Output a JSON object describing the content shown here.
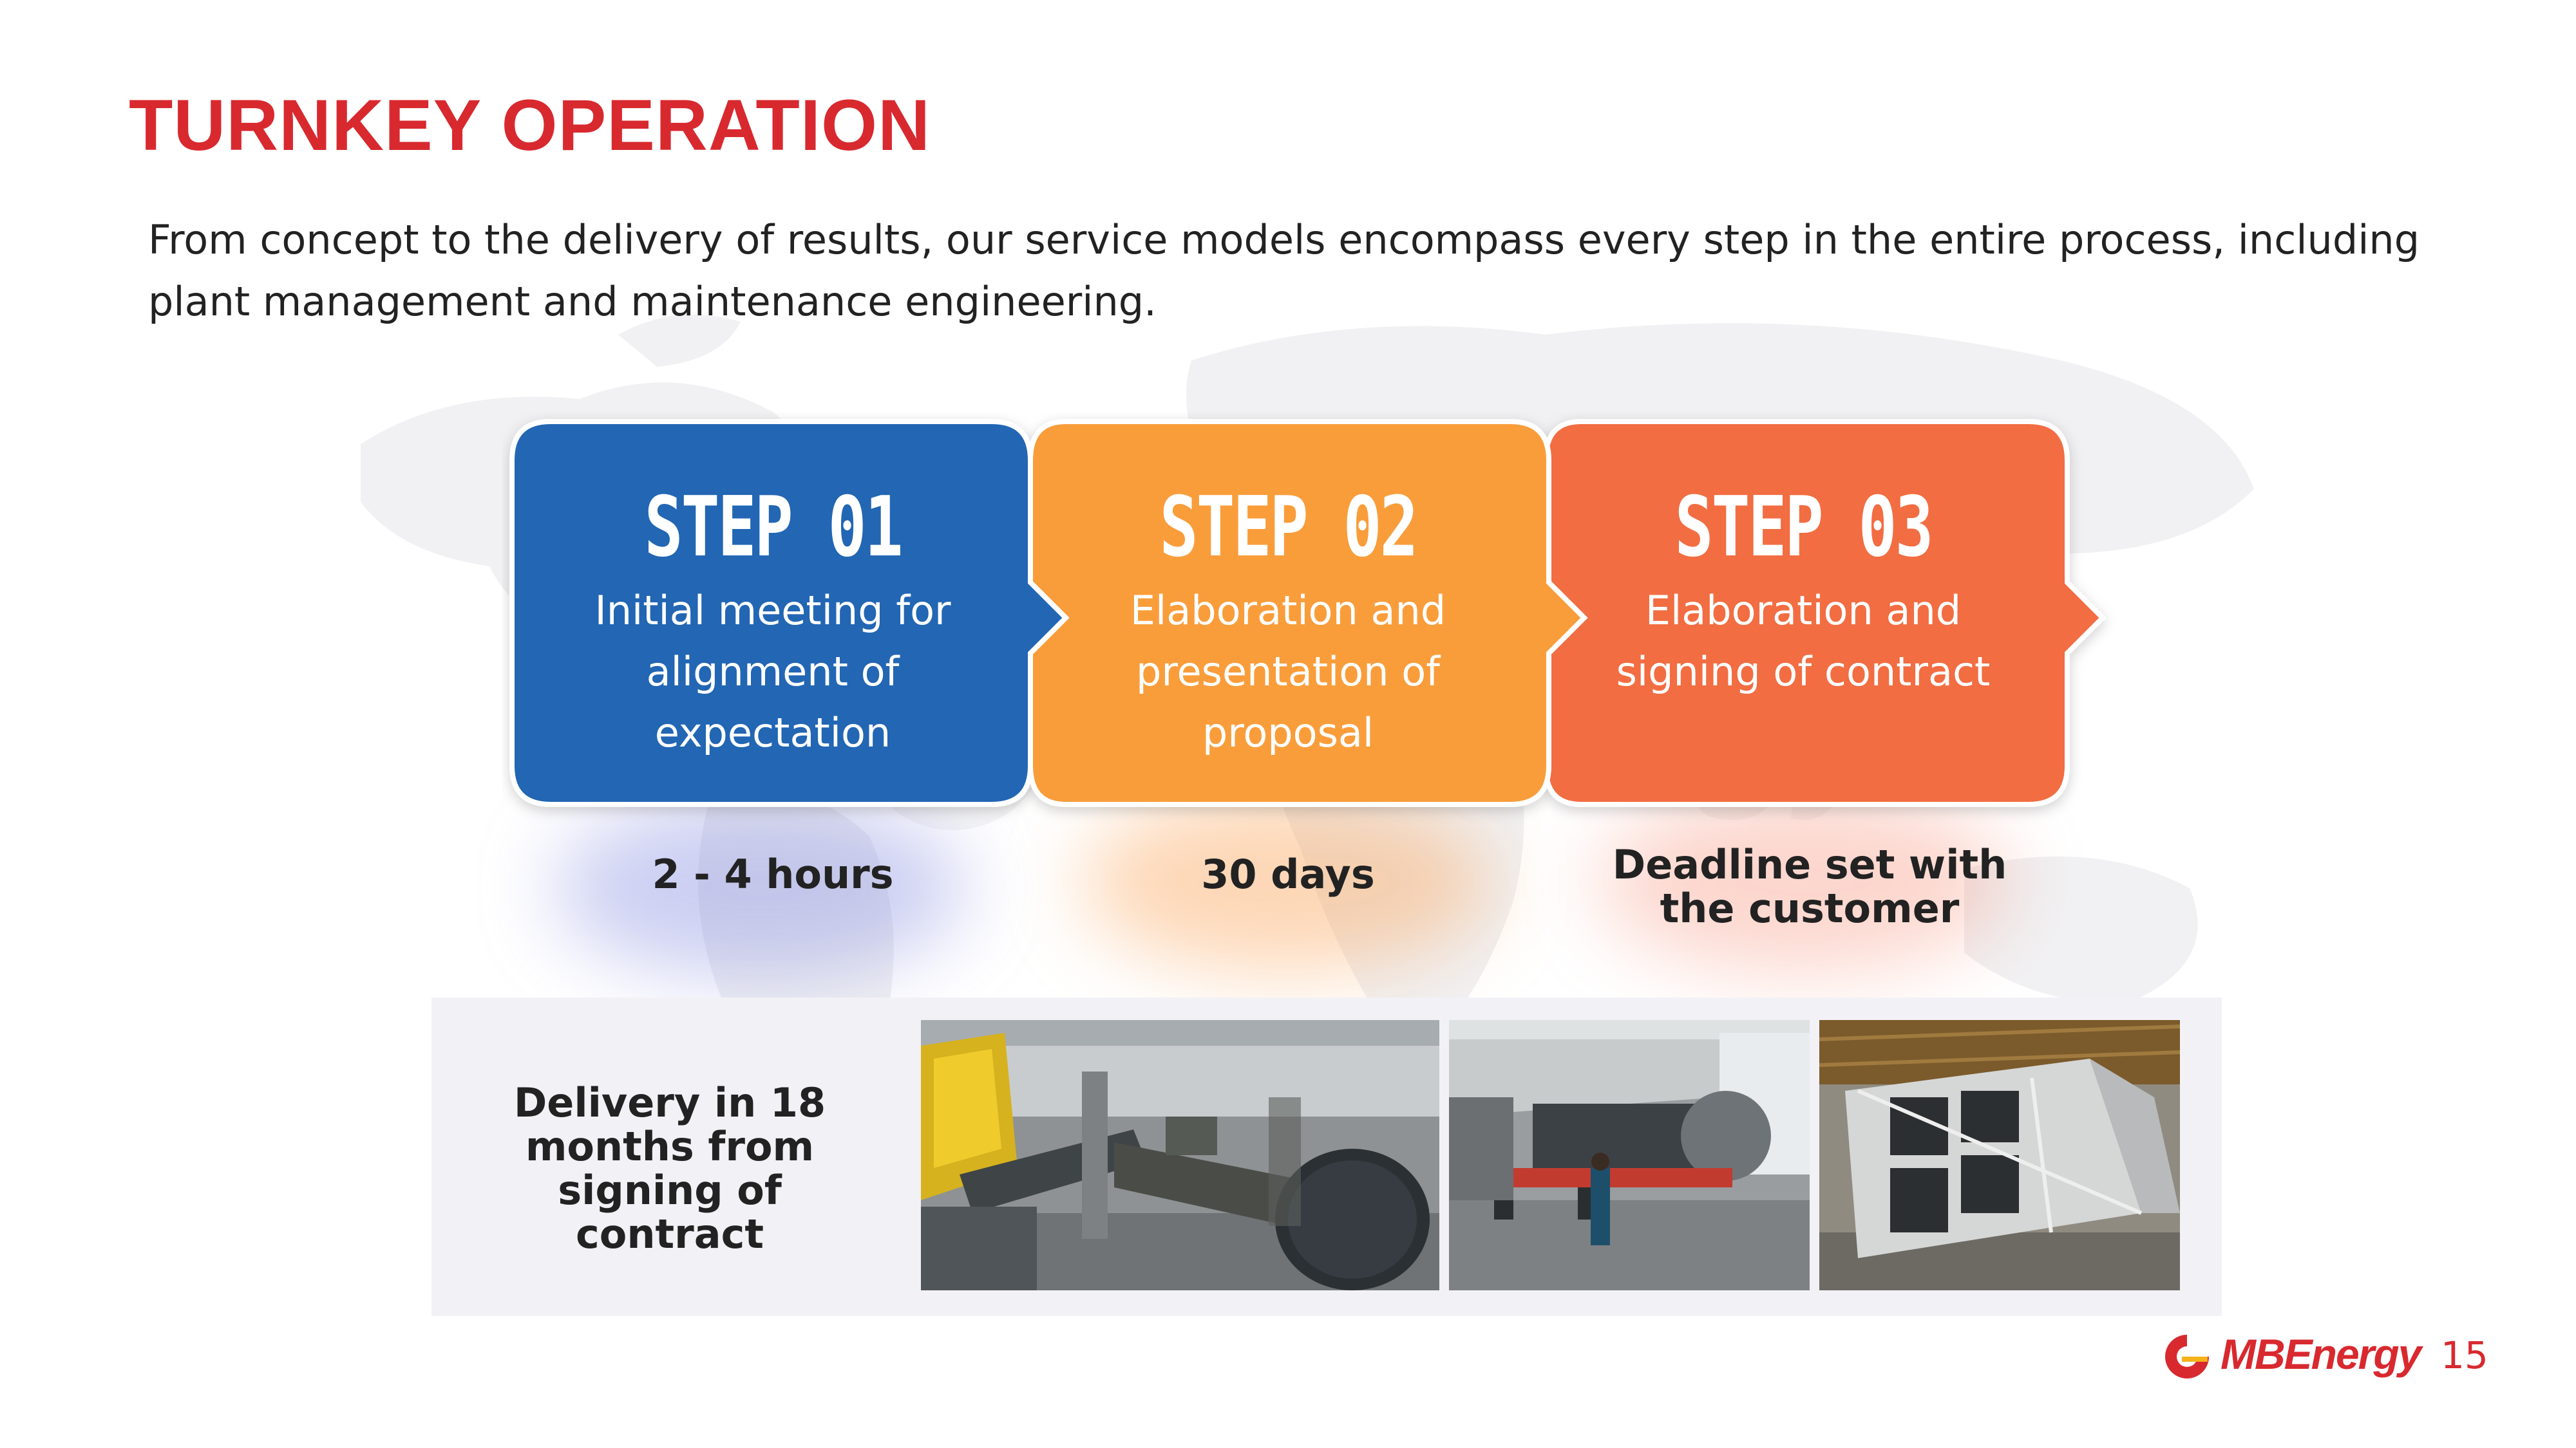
{
  "title": "TURNKEY OPERATION",
  "intro": "From concept to the delivery of results, our service models encompass every step in the entire process, including plant management and maintenance engineering.",
  "colors": {
    "title_red": "#d8292f",
    "step1": "#2366b4",
    "step2": "#f99d3a",
    "step3": "#f26d42",
    "panel": "#f2f1f6"
  },
  "steps": [
    {
      "title": "STEP 01",
      "description": "Initial meeting for alignment of expectation",
      "duration": "2 - 4 hours"
    },
    {
      "title": "STEP 02",
      "description": "Elaboration and presentation of proposal",
      "duration": "30 days"
    },
    {
      "title": "STEP 03",
      "description": "Elaboration and signing of contract",
      "duration": "Deadline set with the customer"
    }
  ],
  "delivery": {
    "text": "Delivery in 18 months from signing of contract",
    "photos": [
      "crane-lifting-heat-exchanger-photo",
      "truck-transporting-equipment-photo",
      "steel-module-fabrication-photo"
    ]
  },
  "footer": {
    "logo_text": "MBEnergy",
    "logo_icon": "mbenergy-logo-icon",
    "page_number": "15"
  }
}
